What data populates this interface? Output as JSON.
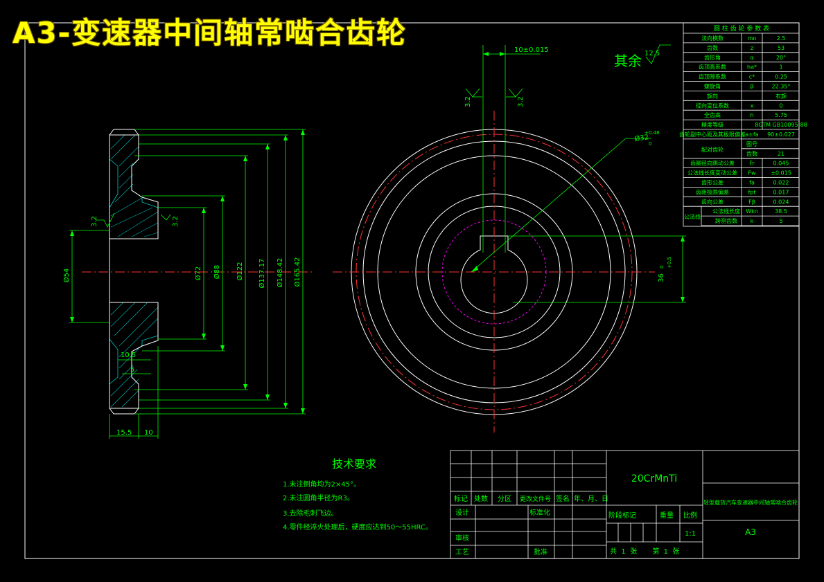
{
  "title": "A3-变速器中间轴常啮合齿轮",
  "surface_roughness": {
    "label": "其余",
    "value": "12.5"
  },
  "dimensions": {
    "keyway_width": "10±0.015",
    "bore": "Ø32",
    "bore_tol": "+0.48",
    "bore_tol_low": "0",
    "key_depth": "36",
    "key_depth_tol": "+0.5",
    "key_depth_tol_low": "0",
    "rough_left": "3.2",
    "rough_right": "3.2",
    "rough_side1": "3.2",
    "rough_side2": "3.2",
    "d54": "Ø54",
    "d72": "Ø72",
    "d88": "Ø88",
    "d122": "Ø122",
    "d137": "Ø137.17",
    "d148": "Ø148.42",
    "d165": "Ø165.42",
    "r105": "10.5",
    "w5": "5",
    "w155": "15.5",
    "w10": "10"
  },
  "gear_params": {
    "header": "圆 柱 齿 轮 参 数 表",
    "rows": [
      [
        "法向模数",
        "mn",
        "2.5"
      ],
      [
        "齿数",
        "z",
        "53"
      ],
      [
        "齿形角",
        "α",
        "20°"
      ],
      [
        "齿顶高系数",
        "ha*",
        "1"
      ],
      [
        "齿顶隙系数",
        "c*",
        "0.25"
      ],
      [
        "螺旋角",
        "β",
        "22.35°"
      ],
      [
        "旋向",
        "",
        "右旋"
      ],
      [
        "径向变位系数",
        "x",
        "0"
      ],
      [
        "全齿高",
        "h",
        "5.75"
      ],
      [
        "精度等级",
        "",
        "8GTM GB10095-88"
      ],
      [
        "齿轮副中心距及其极限偏差",
        "a±fa",
        "90±0.027"
      ]
    ],
    "mating_label": "配对齿轮",
    "mating_rows": [
      [
        "图号",
        ""
      ],
      [
        "齿数",
        "21"
      ]
    ],
    "tol_rows": [
      [
        "齿圈径向跳动公差",
        "Fr",
        "0.045"
      ],
      [
        "公法线长度变动公差",
        "Fw",
        "±0.015"
      ],
      [
        "齿形公差",
        "fa",
        "0.022"
      ],
      [
        "齿距极限偏差",
        "fpt",
        "0.017"
      ],
      [
        "齿向公差",
        "Fβ",
        "0.024"
      ]
    ],
    "common_label": "公法线",
    "common_rows": [
      [
        "公法线长度",
        "Wkn",
        "38.5"
      ],
      [
        "跨测齿数",
        "k",
        "5"
      ]
    ]
  },
  "tech_req": {
    "title": "技术要求",
    "items": [
      "1.未注倒角均为2×45°。",
      "2.未注圆角半径为R3。",
      "3.去除毛刺飞边。",
      "4.零件经淬火处理后，硬度应达到50～55HRC。"
    ]
  },
  "title_block": {
    "material": "20CrMnTi",
    "rev_headers": [
      "标记",
      "处数",
      "分区",
      "更改文件号",
      "签名",
      "年、月、日"
    ],
    "design": "设计",
    "standard": "标准化",
    "review": "审核",
    "process": "工艺",
    "approve": "批准",
    "stage": "阶段标记",
    "weight": "重量",
    "scale_label": "比例",
    "scale": "1:1",
    "sheets": "共  1  张       第  1  张",
    "drawing_name": "轻型载货汽车变速器中间轴常啮合齿轮",
    "drawing_no": "A3"
  }
}
